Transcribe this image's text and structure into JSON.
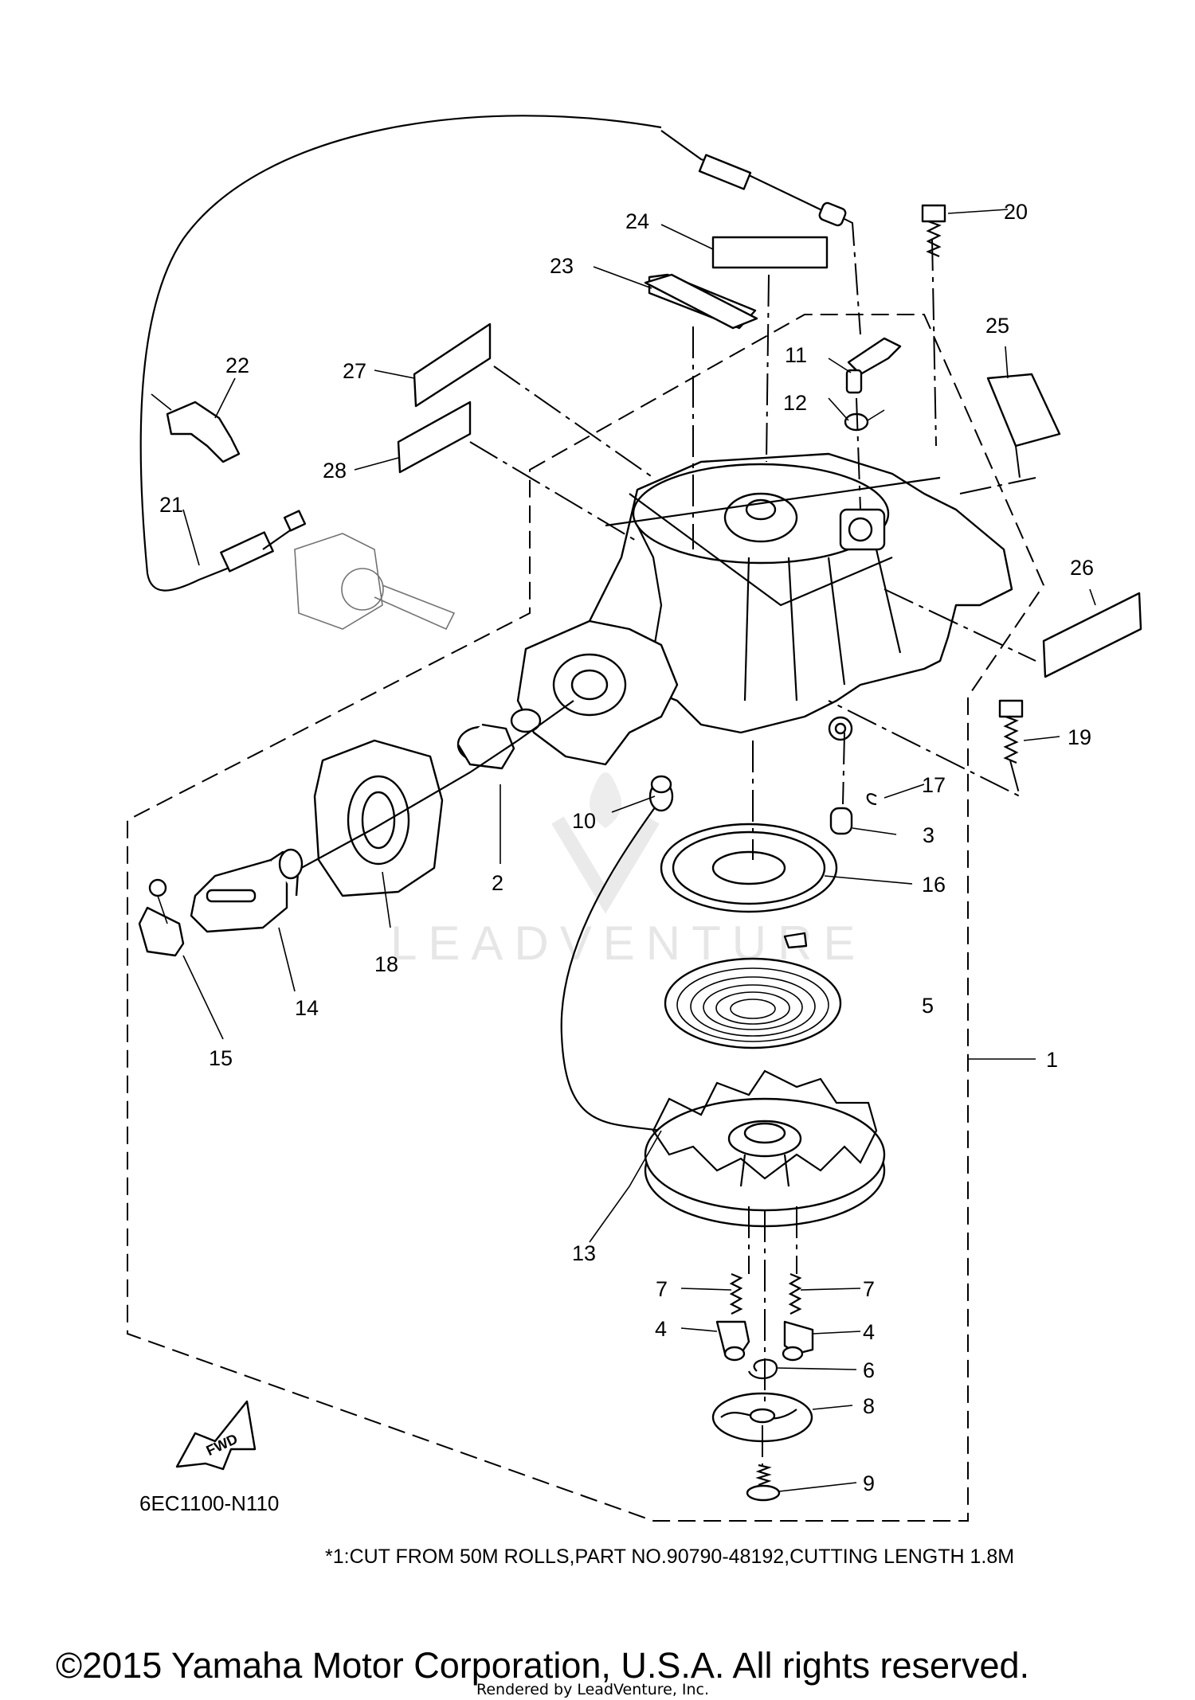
{
  "diagram": {
    "code": "6EC1100-N110",
    "footnote": "*1:CUT FROM 50M ROLLS,PART NO.90790-48192,CUTTING LENGTH 1.8M",
    "copyright": "©2015 Yamaha Motor Corporation, U.S.A. All rights reserved.",
    "rendered_by": "Rendered by LeadVenture, Inc.",
    "watermark": "LEADVENTURE",
    "fwd_label": "FWD"
  },
  "callouts": {
    "c1": "1",
    "c2": "2",
    "c3": "3",
    "c4a": "4",
    "c4b": "4",
    "c5": "5",
    "c6": "6",
    "c7a": "7",
    "c7b": "7",
    "c8": "8",
    "c9": "9",
    "c10": "10",
    "c11": "11",
    "c12": "12",
    "c13": "13",
    "c14": "14",
    "c15": "15",
    "c16": "16",
    "c17": "17",
    "c18": "18",
    "c19": "19",
    "c20": "20",
    "c21": "21",
    "c22": "22",
    "c23": "23",
    "c24": "24",
    "c25": "25",
    "c26": "26",
    "c27": "27",
    "c28": "28"
  }
}
